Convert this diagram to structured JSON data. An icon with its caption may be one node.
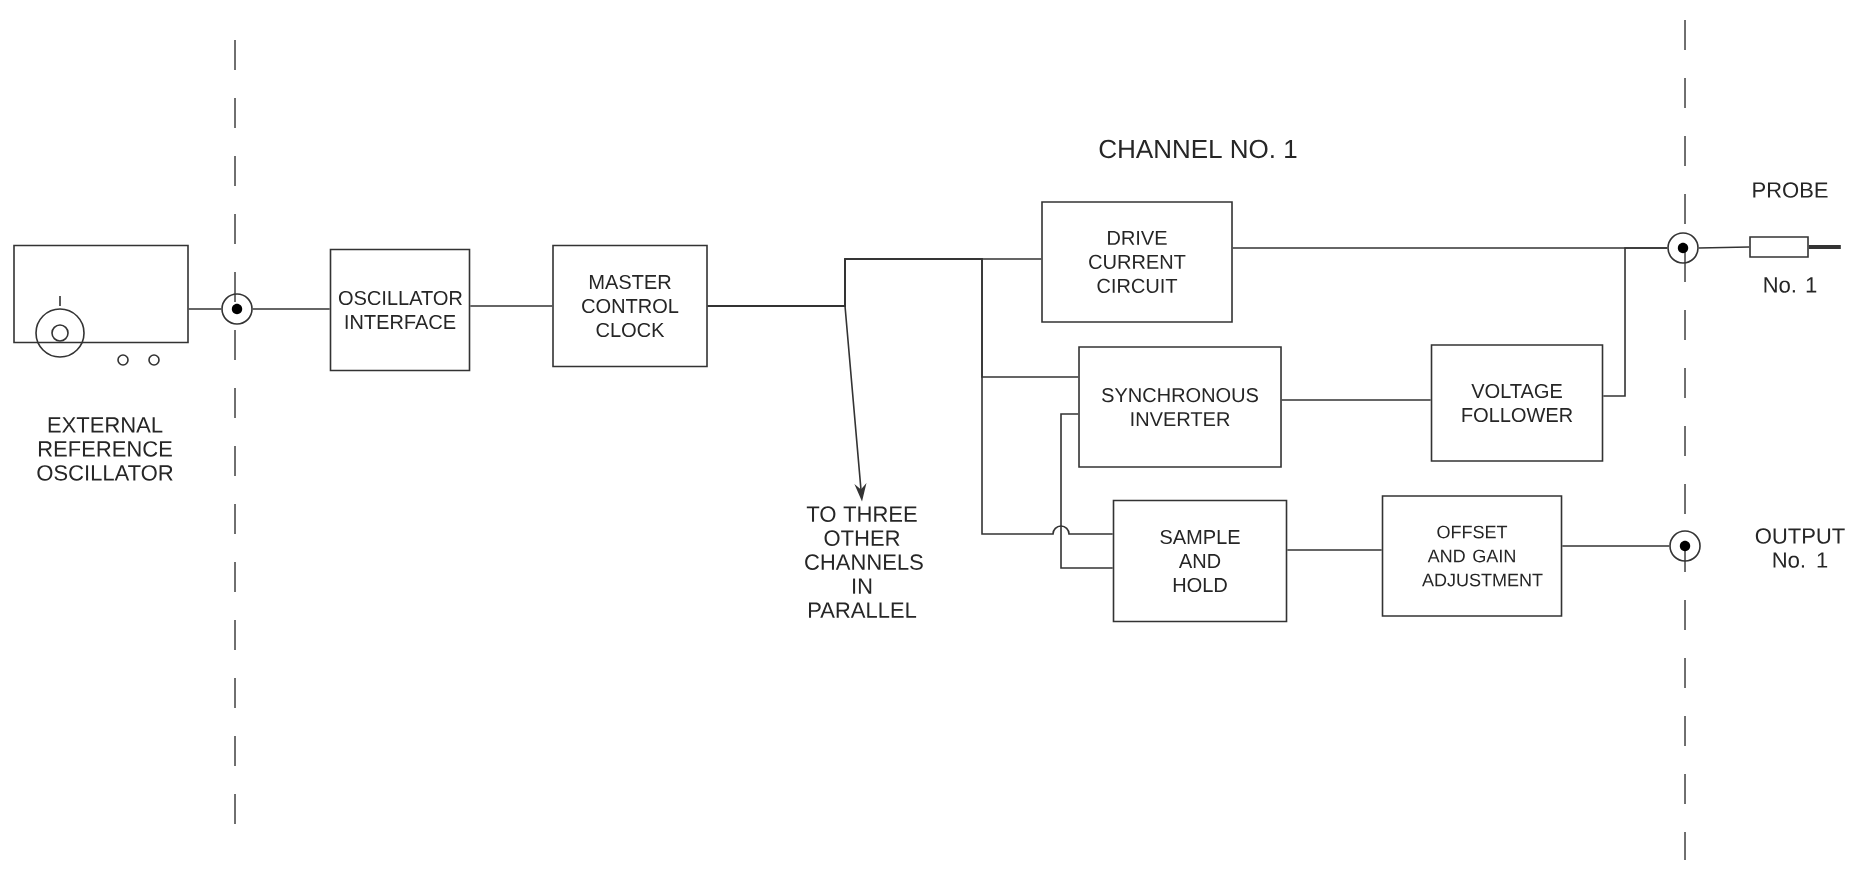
{
  "diagram": {
    "title": "CHANNEL NO. 1",
    "nodes": [
      {
        "text": [],
        "shape": "box",
        "beside": [
          "EXTERNAL REFERENCE OSCILLATOR"
        ]
      },
      {
        "text": [],
        "shape": "circle"
      },
      {
        "text": [
          "OSCILLATOR INTERFACE"
        ]
      },
      {
        "text": [
          "MASTER CONTROL CLOCK"
        ]
      },
      {
        "text": [
          "TO THREE OTHER CHANNELS IN PARALLEL"
        ]
      },
      {
        "text": [
          "DRIVE CURRENT CIRCUIT"
        ]
      },
      {
        "text": [
          "SYNCHRONOUS INVERTER"
        ]
      },
      {
        "text": [
          "VOLTAGE FOLLOWER"
        ]
      },
      {
        "text": [
          "SAMPLE AND HOLD"
        ]
      },
      {
        "text": [
          "OFFSET AND GAIN ADJUSTMENT"
        ]
      },
      {
        "text": [],
        "shape": "circle"
      },
      {
        "text": [],
        "shape": "box",
        "beside": [
          "PROBE",
          "No. 1"
        ]
      },
      {
        "text": [],
        "shape": "circle",
        "beside": [
          "OUTPUT No. 1"
        ]
      }
    ],
    "edges": [
      {
        "from": 0,
        "to": 1,
        "arrow": "none"
      },
      {
        "from": 1,
        "to": 2,
        "arrow": "none"
      },
      {
        "from": 2,
        "to": 3,
        "arrow": "none"
      },
      {
        "from": 3,
        "to": 4,
        "arrow": "to"
      },
      {
        "from": 3,
        "to": 5,
        "arrow": "none"
      },
      {
        "from": 3,
        "to": 6,
        "arrow": "none"
      },
      {
        "from": 3,
        "to": 8,
        "arrow": "none"
      },
      {
        "from": 6,
        "to": 8,
        "arrow": "none"
      },
      {
        "from": 5,
        "to": 10,
        "arrow": "none"
      },
      {
        "from": 7,
        "to": 10,
        "arrow": "none"
      },
      {
        "from": 6,
        "to": 7,
        "arrow": "none"
      },
      {
        "from": 8,
        "to": 9,
        "arrow": "none"
      },
      {
        "from": 9,
        "to": 12,
        "arrow": "none"
      },
      {
        "from": 10,
        "to": 11,
        "arrow": "none"
      }
    ]
  }
}
